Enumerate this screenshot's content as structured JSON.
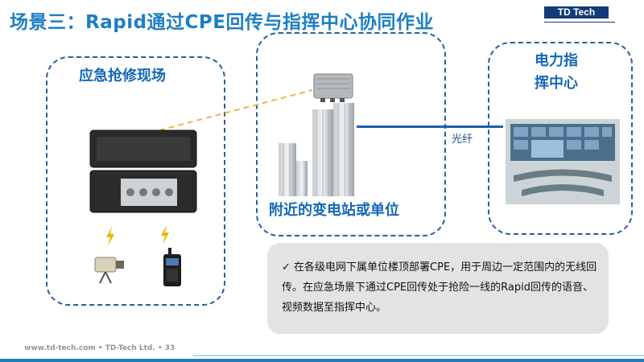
{
  "header": {
    "title": "场景三：Rapid通过CPE回传与指挥中心协同作业",
    "logo_text": "TD Tech"
  },
  "regions": {
    "emergency": "应急抢修现场",
    "substation": "附近的变电站或单位",
    "command_line1": "电力指",
    "command_line2": "挥中心"
  },
  "link": {
    "fiber_label": "光纤"
  },
  "callout": {
    "text": "✓ 在各级电网下属单位楼顶部署CPE，用于周边一定范围内的无线回传。在应急场景下通过CPE回传处于抢险一线的Rapid回传的语音、视频数据至指挥中心。"
  },
  "footer": {
    "url_text": "www.td-tech.com • TD-Tech Ltd.   •   33"
  },
  "colors": {
    "title": "#1d7fc3",
    "label": "#1568b6",
    "region_border": "#2a5e9e",
    "callout_bg": "#e3e3e3",
    "bolt": "#e6b800"
  },
  "icons": {
    "cpe": "cpe-device-icon",
    "buildings": "building-icon",
    "radio": "rapid-station-icon",
    "camera": "camera-icon",
    "walkie": "walkie-talkie-icon",
    "signal": "lightning-icon",
    "control": "control-room-icon"
  }
}
